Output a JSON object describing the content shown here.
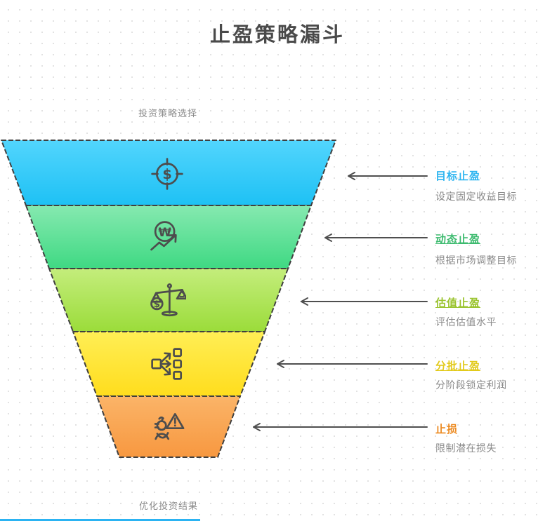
{
  "title": "止盈策略漏斗",
  "funnel": {
    "top_caption": "投资策略选择",
    "bottom_caption": "优化投资结果",
    "border_color": "#3f3f3f",
    "bands": [
      {
        "name": "目标止盈",
        "top_color": "#52d5fd",
        "bottom_color": "#1ec1f4"
      },
      {
        "name": "动态止盈",
        "top_color": "#86e9b0",
        "bottom_color": "#3fd983"
      },
      {
        "name": "估值止盈",
        "top_color": "#c4ed7c",
        "bottom_color": "#9bdc3a"
      },
      {
        "name": "分批止盈",
        "top_color": "#ffee55",
        "bottom_color": "#ffdd1d"
      },
      {
        "name": "止损",
        "top_color": "#fbb468",
        "bottom_color": "#f79840"
      }
    ]
  },
  "stages": [
    {
      "label": "目标止盈",
      "desc": "设定固定收益目标",
      "color": "#2eb5f0",
      "icon": "target-dollar-icon"
    },
    {
      "label": "动态止盈",
      "desc": "根据市场调整目标",
      "color": "#3cba6e",
      "icon": "won-trend-chart-icon"
    },
    {
      "label": "估值止盈",
      "desc": "评估估值水平",
      "color": "#99c32c",
      "icon": "balance-scale-dollar-icon"
    },
    {
      "label": "分批止盈",
      "desc": "分阶段锁定利润",
      "color": "#e2ca1b",
      "icon": "split-batches-icon"
    },
    {
      "label": "止损",
      "desc": "限制潜在损失",
      "color": "#ec8a21",
      "icon": "person-warning-icon"
    }
  ],
  "colors": {
    "title": "#4a4a4a",
    "caption": "#8c8c8c",
    "description": "#8a8a8a",
    "arrow": "#4f4f4f",
    "bottom_bar": "#2bb3f2"
  }
}
